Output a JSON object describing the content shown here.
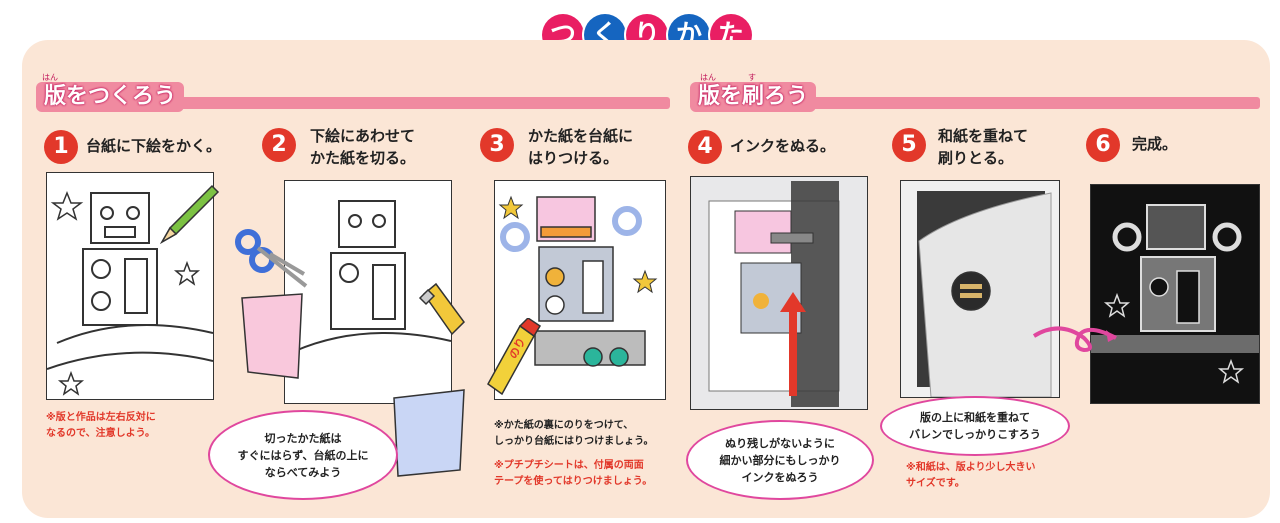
{
  "title": {
    "chars": [
      "つ",
      "く",
      "り",
      "か",
      "た"
    ],
    "colors": [
      "#e91e63",
      "#1565c0",
      "#e91e63",
      "#1565c0",
      "#e91e63"
    ]
  },
  "sections": {
    "make_plate": {
      "label": "版をつくろう",
      "ruby": "はん"
    },
    "print_plate": {
      "label": "版を刷ろう",
      "ruby_han": "はん",
      "ruby_su": "す"
    }
  },
  "steps": [
    {
      "num": "1",
      "text": "台紙に下絵をかく。"
    },
    {
      "num": "2",
      "text_line1": "下絵にあわせて",
      "text_line2": "かた紙を切る。"
    },
    {
      "num": "3",
      "text_line1": "かた紙を台紙に",
      "text_line2": "はりつける。"
    },
    {
      "num": "4",
      "text": "インクをぬる。"
    },
    {
      "num": "5",
      "text_line1": "和紙を重ねて",
      "text_line2": "刷りとる。"
    },
    {
      "num": "6",
      "text": "完成。"
    }
  ],
  "notes": {
    "step1_line1": "※版と作品は左右反対に",
    "step1_line2": "なるので、注意しよう。",
    "step3_line1": "※かた紙の裏にのりをつけて、",
    "step3_line2": "しっかり台紙にはりつけましょう。",
    "step3_line3": "※プチプチシートは、付属の両面",
    "step3_line4": "テープを使ってはりつけましょう。",
    "step5_line1": "※和紙は、版より少し大きい",
    "step5_line2": "サイズです。"
  },
  "bubbles": {
    "step2_line1": "切ったかた紙は",
    "step2_line2": "すぐにはらず、台紙の上に",
    "step2_line3": "ならべてみよう",
    "step4_line1": "ぬり残しがないように",
    "step4_line2": "細かい部分にもしっかり",
    "step4_line3": "インクをぬろう",
    "step5_line1": "版の上に和紙を重ねて",
    "step5_line2": "バレンでしっかりこすろう"
  },
  "glue_label": "のり",
  "colors": {
    "panel_bg": "#fbe6d6",
    "section_pink": "#f08aa0",
    "step_red": "#e2382a",
    "bubble_border": "#e0479e",
    "note_red": "#e2382a"
  },
  "icons": [
    "robot-drawing-icon",
    "pencil-icon",
    "scissors-icon",
    "cutter-icon",
    "glue-stick-icon",
    "roller-icon",
    "arrow-up-icon",
    "baren-icon",
    "swirl-arrow-icon",
    "star-icon"
  ]
}
